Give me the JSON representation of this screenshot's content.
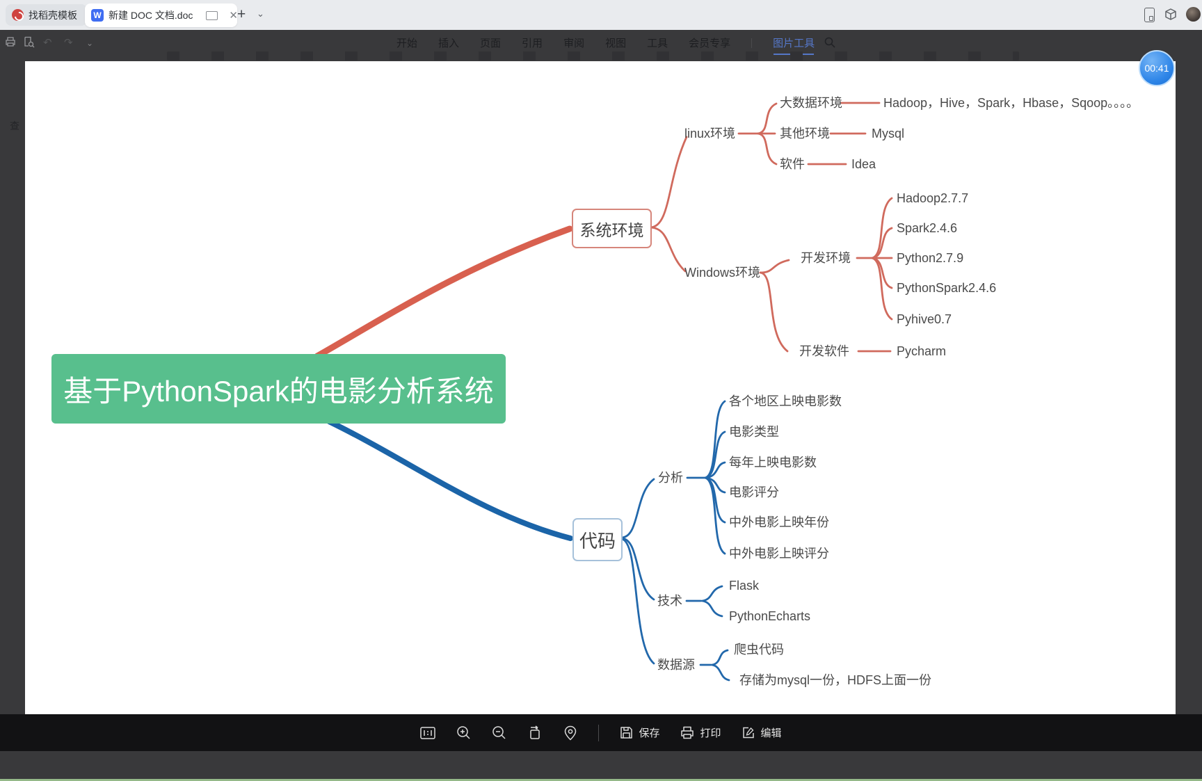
{
  "tabbar": {
    "tabs": [
      {
        "label": "找稻壳模板"
      },
      {
        "label": "新建 DOC 文档.doc"
      }
    ]
  },
  "menubar": {
    "items": [
      "开始",
      "插入",
      "页面",
      "引用",
      "审阅",
      "视图",
      "工具",
      "会员专享"
    ],
    "active_item": "图片工具"
  },
  "recorder": {
    "time": "00:41"
  },
  "left_panel": {
    "partial_text": "查"
  },
  "viewer_toolbar": {
    "save_label": "保存",
    "print_label": "打印",
    "edit_label": "编辑"
  },
  "mindmap": {
    "root": "基于PythonSpark的电影分析系统",
    "system": {
      "label": "系统环境",
      "linux": {
        "label": "linux环境",
        "children": [
          {
            "label": "大数据环境",
            "value": "Hadoop，Hive，Spark，Hbase，Sqoop。。。。"
          },
          {
            "label": "其他环境",
            "value": "Mysql"
          },
          {
            "label": "软件",
            "value": "Idea"
          }
        ]
      },
      "windows": {
        "label": "Windows环境",
        "dev_env": {
          "label": "开发环境",
          "children": [
            "Hadoop2.7.7",
            "Spark2.4.6",
            "Python2.7.9",
            "PythonSpark2.4.6",
            "Pyhive0.7"
          ]
        },
        "dev_soft": {
          "label": "开发软件",
          "value": "Pycharm"
        }
      }
    },
    "code": {
      "label": "代码",
      "analysis": {
        "label": "分析",
        "children": [
          "各个地区上映电影数",
          "电影类型",
          "每年上映电影数",
          "电影评分",
          "中外电影上映年份",
          "中外电影上映评分"
        ]
      },
      "tech": {
        "label": "技术",
        "children": [
          "Flask",
          "PythonEcharts"
        ]
      },
      "datasource": {
        "label": "数据源",
        "children": [
          "爬虫代码",
          "存储为mysql一份，HDFS上面一份"
        ]
      }
    }
  },
  "colors": {
    "root_node_green": "#58bf8d",
    "system_branch_red": "#d8604f",
    "code_branch_blue": "#1b64a8",
    "active_menu_blue": "#5577c8",
    "timer_badge_blue": "#2f86e8"
  }
}
